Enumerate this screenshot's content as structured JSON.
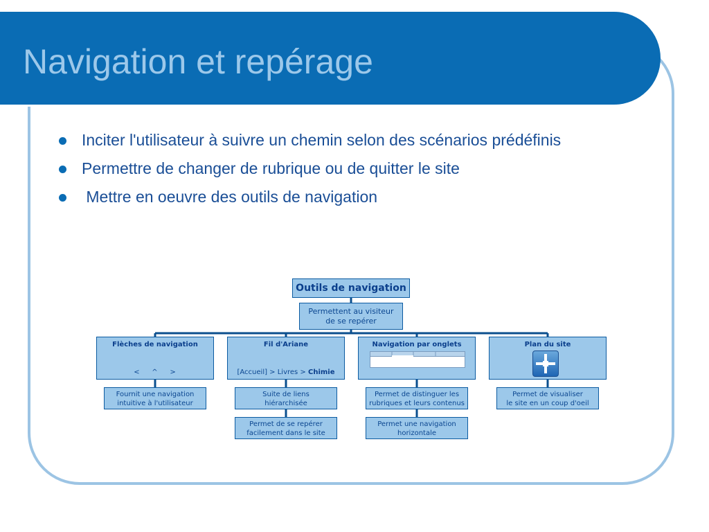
{
  "slide": {
    "title": "Navigation et repérage",
    "bullets": [
      "Inciter l'utilisateur à suivre un chemin selon des scénarios prédéfinis",
      "Permettre de changer de rubrique ou de quitter le site",
      " Mettre en oeuvre des outils de navigation"
    ]
  },
  "diagram": {
    "root": "Outils de navigation",
    "subtitle_lines": [
      "Permettent au visiteur",
      "de se repérer"
    ],
    "categories": [
      {
        "title": "Flèches de navigation",
        "sample": "<    ^    >",
        "leaves": [
          [
            "Fournit une navigation",
            "intuitive à l'utilisateur"
          ]
        ]
      },
      {
        "title": "Fil d'Ariane",
        "sample_prefix": "[Accueil] > Livres > ",
        "sample_strong": "Chimie",
        "leaves": [
          [
            "Suite de liens",
            "hiérarchisée"
          ],
          [
            "Permet de se repérer",
            "facilement dans le site"
          ]
        ]
      },
      {
        "title": "Navigation par onglets",
        "leaves": [
          [
            "Permet de distinguer les",
            "rubriques et leurs contenus"
          ],
          [
            "Permet une navigation",
            "horizontale"
          ]
        ]
      },
      {
        "title": "Plan du site",
        "leaves": [
          [
            "Permet de visualiser",
            "le site en un coup d'oeil"
          ]
        ]
      }
    ]
  },
  "colors": {
    "title_bar": "#0a6cb4",
    "title_text": "#9cc8ea",
    "frame_border": "#9cc4e4",
    "bullet_text": "#1a4e96",
    "node_fill": "#9cc8ea",
    "node_border": "#0b5aa0",
    "connector": "#0b4f8e"
  }
}
